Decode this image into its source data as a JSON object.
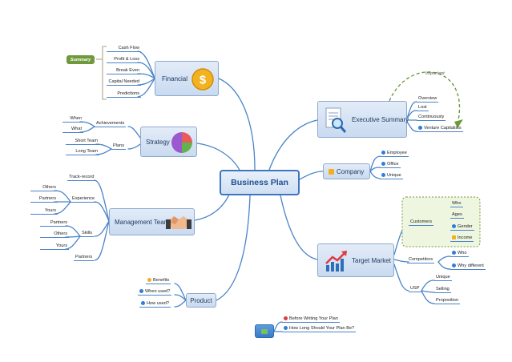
{
  "central": "Business Plan",
  "financial": {
    "title": "Financial",
    "items": [
      "Cash Flow",
      "Profit & Loss",
      "Break Even",
      "Capital Needed",
      "Predictions"
    ],
    "summary_tag": "Summary"
  },
  "strategy": {
    "title": "Strategy",
    "achievements": "Achievements",
    "achievements_items": [
      "When",
      "What"
    ],
    "plans": "Plans",
    "plans_items": [
      "Short Team",
      "Long Team"
    ]
  },
  "management": {
    "title": "Management Team",
    "track_record": "Track-record",
    "experience": "Experience",
    "experience_items": [
      "Others",
      "Partners",
      "Yours"
    ],
    "skills": "Skills",
    "skills_items": [
      "Partners",
      "Others",
      "Yours"
    ],
    "partners": "Partners"
  },
  "product": {
    "title": "Product",
    "items": [
      "Benefits",
      "When used?",
      "How used?"
    ]
  },
  "executive": {
    "title": "Executive Summary",
    "items": [
      "Overview",
      "Lost",
      "Continuously",
      "Venture Capitalists"
    ],
    "note": "Important"
  },
  "company": {
    "title": "Company",
    "items": [
      "Employee",
      "Office",
      "Unique"
    ]
  },
  "market": {
    "title": "Target Market",
    "customers": "Customers",
    "customers_items": [
      "Who",
      "Ages",
      "Gender",
      "Income"
    ],
    "competitors": "Competitors",
    "competitors_items": [
      "Who",
      "Why different"
    ],
    "usp": "USP",
    "usp_items": [
      "Unique",
      "Selling",
      "Proposition"
    ]
  },
  "floating": {
    "items": [
      "Before Writing Your Plan",
      "How Long Should Your Plan Be?"
    ]
  },
  "colors": {
    "branch": "#4a84c9",
    "central_border": "#3f76bd",
    "node_fill": "#cfdff3",
    "summary_tag": "#6f9a3c",
    "arrow": "#6f9a3c",
    "customers_group": "#eef6e0"
  }
}
